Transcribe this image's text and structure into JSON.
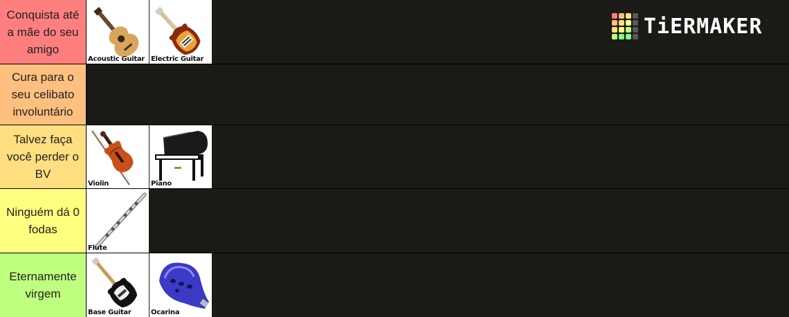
{
  "tiers": [
    {
      "label": "Conquista até a mãe do seu amigo",
      "color": "#ff7f7f",
      "items": [
        {
          "label": "Acoustic Guitar",
          "icon": "acoustic-guitar-icon"
        },
        {
          "label": "Electric Guitar",
          "icon": "electric-guitar-icon"
        }
      ]
    },
    {
      "label": "Cura para o seu celibato involuntário",
      "color": "#ffbf7f",
      "items": []
    },
    {
      "label": "Talvez faça você perder o BV",
      "color": "#ffdf7f",
      "items": [
        {
          "label": "Violin",
          "icon": "violin-icon"
        },
        {
          "label": "Piano",
          "icon": "piano-icon"
        }
      ]
    },
    {
      "label": "Ninguém dá 0 fodas",
      "color": "#ffff7f",
      "items": [
        {
          "label": "Flute",
          "icon": "flute-icon"
        }
      ]
    },
    {
      "label": "Eternamente virgem",
      "color": "#bfff7f",
      "items": [
        {
          "label": "Base Guitar",
          "icon": "bass-guitar-icon"
        },
        {
          "label": "Ocarina",
          "icon": "ocarina-icon"
        }
      ]
    }
  ],
  "logo": {
    "text": "TiERMAKER",
    "grid_colors": [
      "#ff7f7f",
      "#ffbf7f",
      "#ffdf7f",
      "#595959",
      "#ffbf7f",
      "#ffdf7f",
      "#ffff7f",
      "#595959",
      "#ffdf7f",
      "#ffff7f",
      "#bfff7f",
      "#595959",
      "#bfff7f",
      "#7fff7f",
      "#7fff7f",
      "#595959"
    ]
  },
  "colors": {
    "background": "#1a1a17",
    "separator": "#000000"
  }
}
